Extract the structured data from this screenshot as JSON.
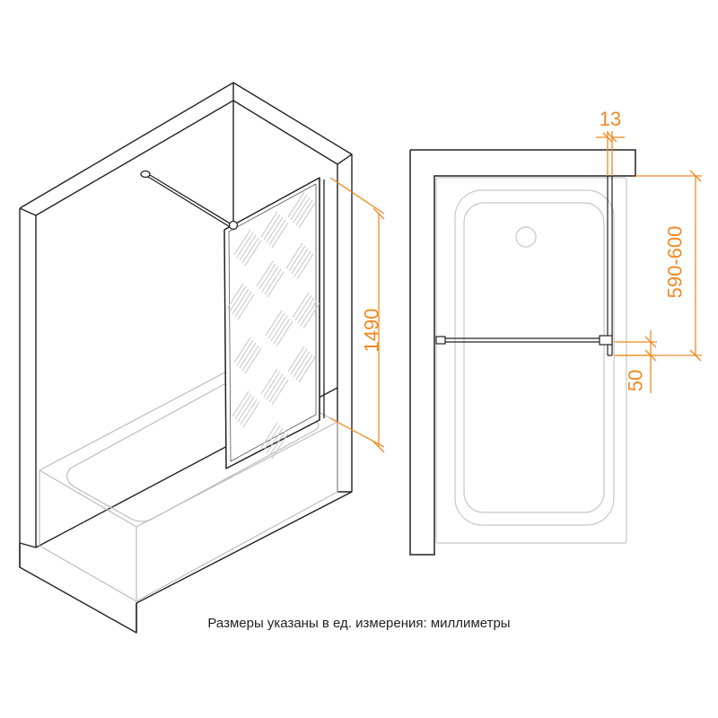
{
  "colors": {
    "outline": "#222222",
    "light_outline": "#bdbdbd",
    "dimension": "#f08a24",
    "glass_pattern": "#c8c8c8"
  },
  "dimensions": {
    "panel_height": "1490",
    "profile_width": "13",
    "brace_range": "590-600",
    "brace_offset": "50"
  },
  "note": "Размеры указаны в ед. измерения: миллиметры"
}
